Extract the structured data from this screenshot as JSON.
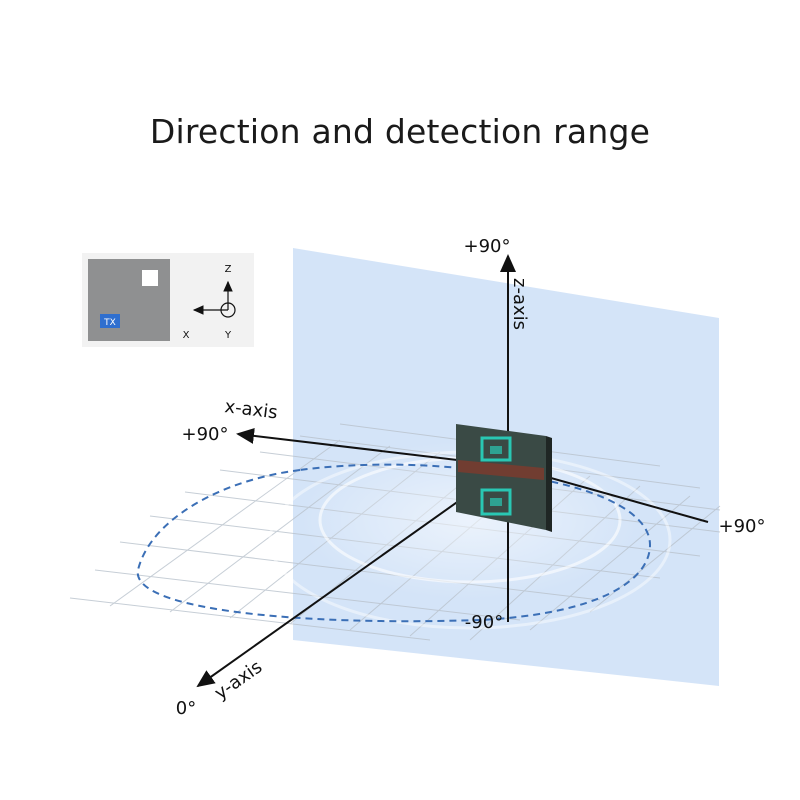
{
  "title": "Direction and detection range",
  "axes": {
    "z_axis_label": "z-axis",
    "x_axis_label": "x-axis",
    "y_axis_label": "y-axis",
    "z_top": "+90°",
    "z_bottom": "-90°",
    "x_left": "+90°",
    "x_right": "+90°",
    "y_end": "0°"
  },
  "inset": {
    "chip_label": "TX",
    "z": "Z",
    "x": "X",
    "y": "Y"
  },
  "colors": {
    "plane": "#cfe1f7",
    "range_dash": "#3b6fb6",
    "tx_badge": "#2f6fcf",
    "chip": "#8f9091"
  }
}
